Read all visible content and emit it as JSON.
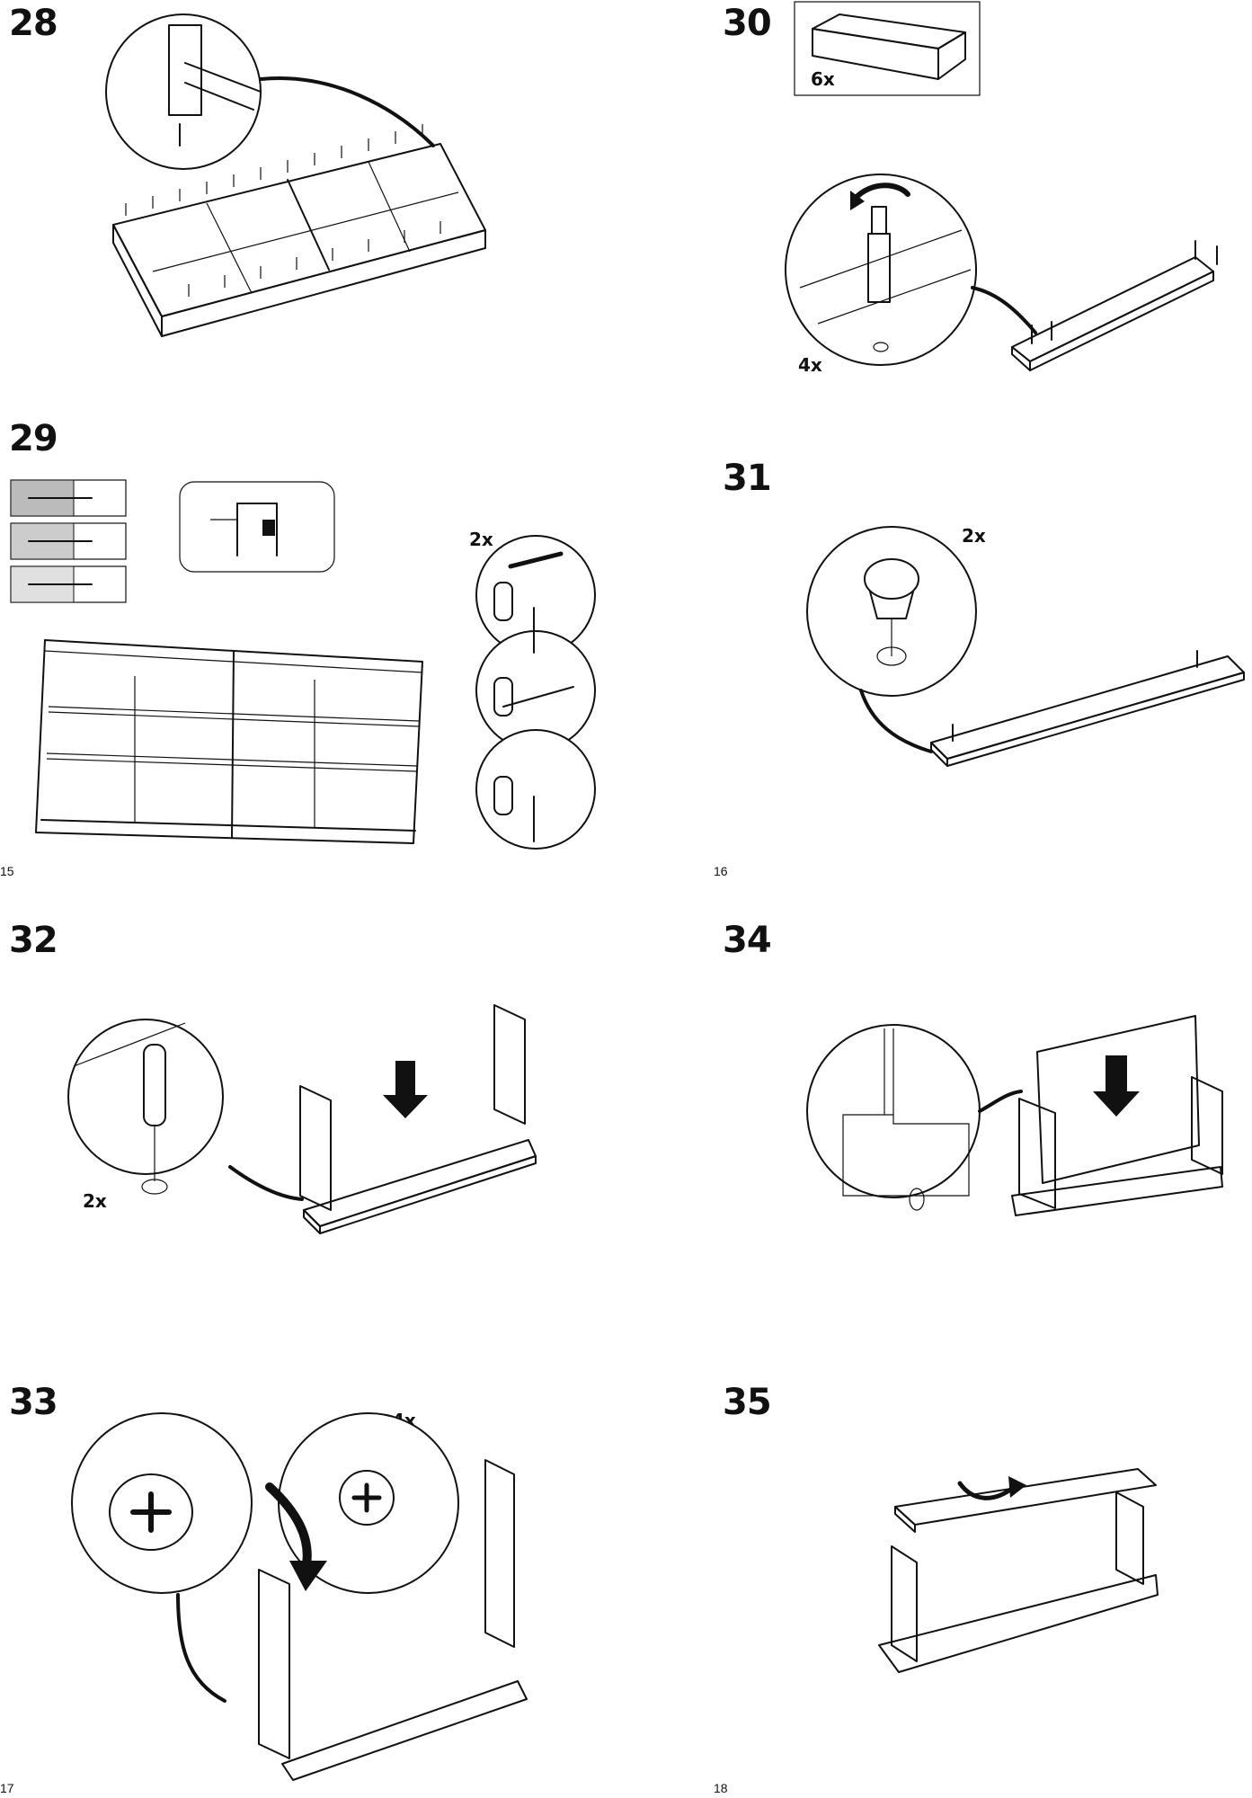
{
  "pages": [
    {
      "number": "15"
    },
    {
      "number": "16"
    },
    {
      "number": "17"
    },
    {
      "number": "18"
    }
  ],
  "steps": {
    "s28": {
      "number": "28"
    },
    "s29": {
      "number": "29",
      "quantity": "2x"
    },
    "s30": {
      "number": "30",
      "quantity_drawer": "6x",
      "quantity_screw": "4x"
    },
    "s31": {
      "number": "31",
      "quantity": "2x"
    },
    "s32": {
      "number": "32",
      "quantity": "2x"
    },
    "s33": {
      "number": "33",
      "quantity": "4x"
    },
    "s34": {
      "number": "34"
    },
    "s35": {
      "number": "35"
    }
  }
}
